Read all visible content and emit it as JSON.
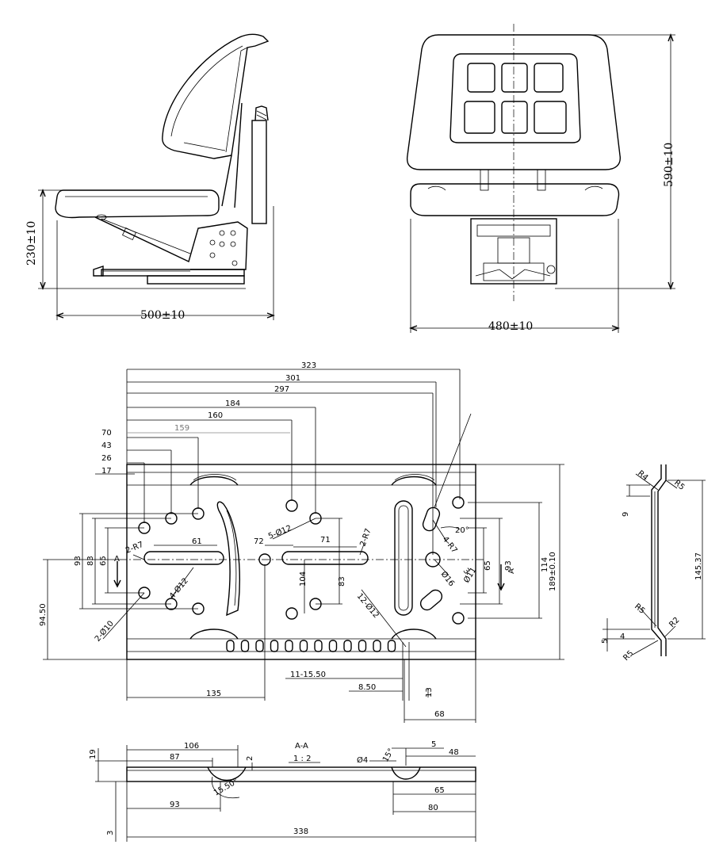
{
  "seat_side_view": {
    "height_label": "230±10",
    "depth_label": "500±10"
  },
  "seat_rear_view": {
    "width_label": "480±10",
    "height_label": "590±10"
  },
  "mounting_plate": {
    "top_dims": [
      "323",
      "301",
      "297",
      "184",
      "160",
      "159",
      "70",
      "43",
      "26",
      "17"
    ],
    "left_dims": [
      "93",
      "83",
      "65",
      "94.50"
    ],
    "inner_dims": [
      "61",
      "72",
      "71",
      "104",
      "83"
    ],
    "right_dims": [
      "93",
      "65",
      "114",
      "189±0.10"
    ],
    "hole_callouts": [
      "5-Ø12",
      "2-R7",
      "4-Ø12",
      "2-Ø10",
      "12-Ø12",
      "2-R7",
      "4-R7",
      "20°",
      "Ø16",
      "3",
      "Ø11"
    ],
    "bottom_dims": [
      "11-15.50",
      "8.50",
      "13",
      "135",
      "68"
    ],
    "arrow_labels": [
      "A",
      "A"
    ]
  },
  "profile_view": {
    "radii": [
      "R4",
      "R5",
      "R5",
      "R2",
      "R5"
    ],
    "dims": [
      "9",
      "145.37",
      "5",
      "4"
    ]
  },
  "section_view": {
    "title": "A-A",
    "scale": "1 : 2",
    "top_dims": [
      "106",
      "87",
      "2",
      "Ø4",
      "15°",
      "5",
      "48"
    ],
    "left_dims": [
      "19",
      "3"
    ],
    "bottom_dims": [
      "93",
      "15.50°",
      "65",
      "80",
      "338"
    ]
  }
}
